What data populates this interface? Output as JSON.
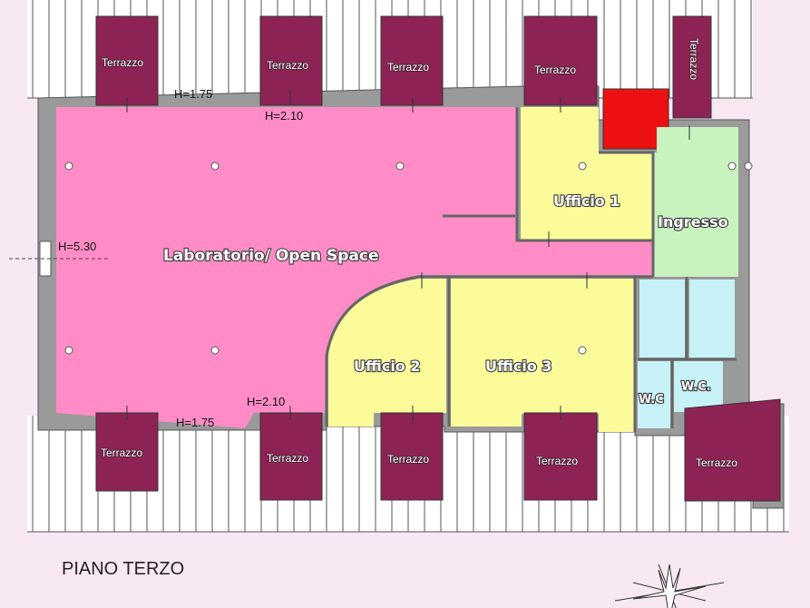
{
  "colors": {
    "background": "#f7e8f4",
    "wall": "#8a8a8a",
    "open_space": "#ff8cc6",
    "office": "#fbfb9a",
    "ingresso": "#c8f3bf",
    "wc": "#c6f1f6",
    "terrazzo": "#8d2354",
    "technical_room": "#ee1111"
  },
  "rooms": {
    "open_space": "Laboratorio/ Open Space",
    "ufficio1": "Ufficio 1",
    "ufficio2": "Ufficio 2",
    "ufficio3": "Ufficio 3",
    "ingresso": "Ingresso",
    "wc1": "W.C",
    "wc2": "W.C."
  },
  "terraces": {
    "label": "Terrazzo",
    "count_top": 5,
    "count_bottom": 5
  },
  "heights": {
    "h_175_top": "H=1.75",
    "h_210_top": "H=2.10",
    "h_530": "H=5.30",
    "h_175_bottom": "H=1.75",
    "h_210_bottom": "H=2.10"
  },
  "floor_title": "PIANO TERZO",
  "icons": {
    "compass": "compass-rose-icon"
  }
}
